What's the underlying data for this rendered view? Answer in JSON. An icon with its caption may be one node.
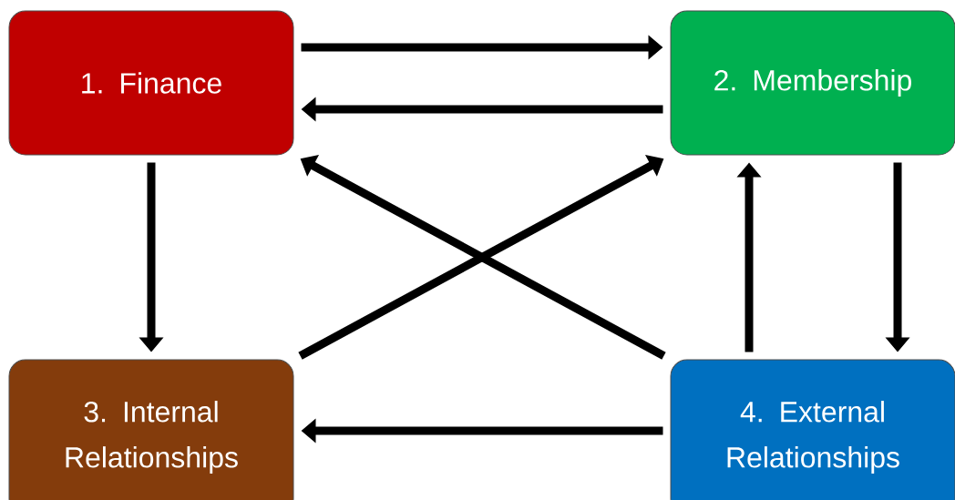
{
  "diagram": {
    "nodes": [
      {
        "text": [
          "1. Finance"
        ]
      },
      {
        "text": [
          "2. Membership"
        ]
      },
      {
        "text": [
          "3. Internal Relationships"
        ]
      },
      {
        "text": [
          "4. External Relationships"
        ]
      }
    ],
    "edges": [
      {
        "from": 0,
        "to": 1,
        "arrow": "to"
      },
      {
        "from": 1,
        "to": 0,
        "arrow": "to"
      },
      {
        "from": 0,
        "to": 2,
        "arrow": "to"
      },
      {
        "from": 2,
        "to": 1,
        "arrow": "to"
      },
      {
        "from": 3,
        "to": 0,
        "arrow": "to"
      },
      {
        "from": 3,
        "to": 1,
        "arrow": "to"
      },
      {
        "from": 1,
        "to": 3,
        "arrow": "to"
      },
      {
        "from": 3,
        "to": 2,
        "arrow": "to"
      }
    ]
  }
}
